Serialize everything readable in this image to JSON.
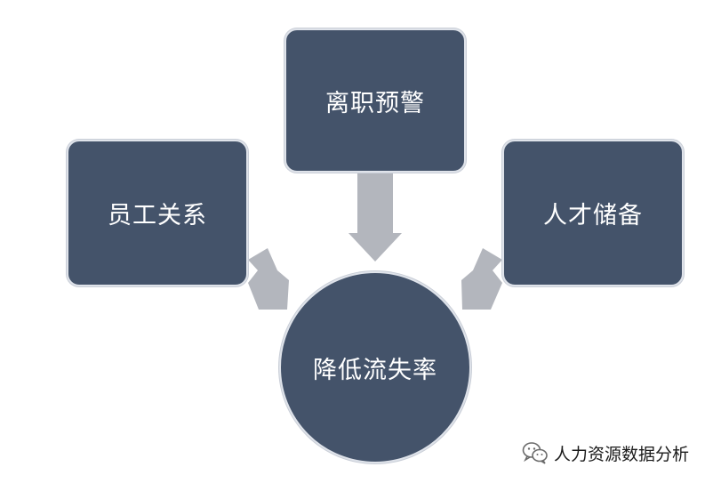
{
  "diagram": {
    "nodes": {
      "top": {
        "label": "离职预警"
      },
      "left": {
        "label": "员工关系"
      },
      "right": {
        "label": "人才储备"
      },
      "center": {
        "label": "降低流失率"
      }
    },
    "colors": {
      "node_fill": "#44536a",
      "node_text": "#ffffff",
      "arrow_fill": "#b3b6bd"
    }
  },
  "watermark": {
    "icon": "wechat-icon",
    "text": "人力资源数据分析"
  }
}
